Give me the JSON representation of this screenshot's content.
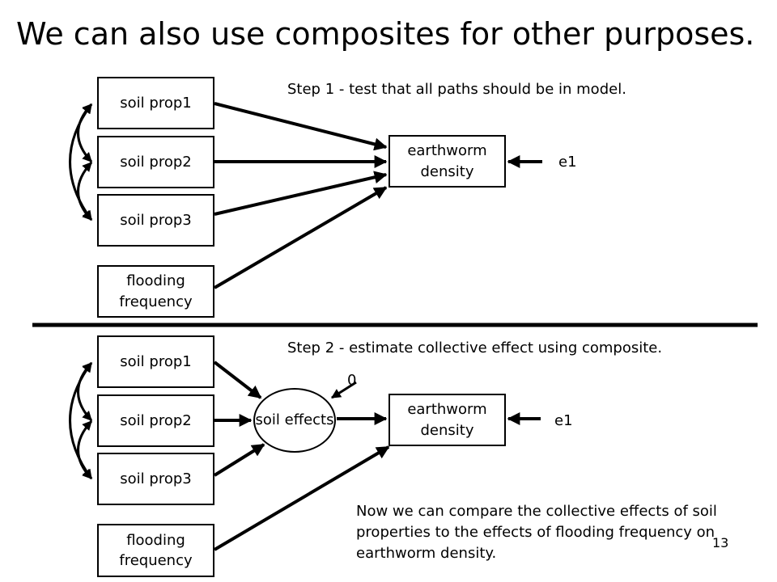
{
  "title": "We can also use composites for other purposes.",
  "step1": {
    "text": "Step 1 - test that all paths should be in model.",
    "boxes": [
      "soil prop1",
      "soil prop2",
      "soil prop3",
      "flooding frequency"
    ],
    "target": "earthworm density",
    "error": "e1"
  },
  "step2": {
    "text": "Step 2 - estimate collective effect using composite.",
    "boxes": [
      "soil prop1",
      "soil prop2",
      "soil prop3",
      "flooding frequency"
    ],
    "composite": "soil effects",
    "composite_error": "0",
    "target": "earthworm density",
    "error": "e1"
  },
  "note": "Now we can compare the collective effects of soil properties to the effects of flooding frequency on earthworm density.",
  "page_number": "13"
}
